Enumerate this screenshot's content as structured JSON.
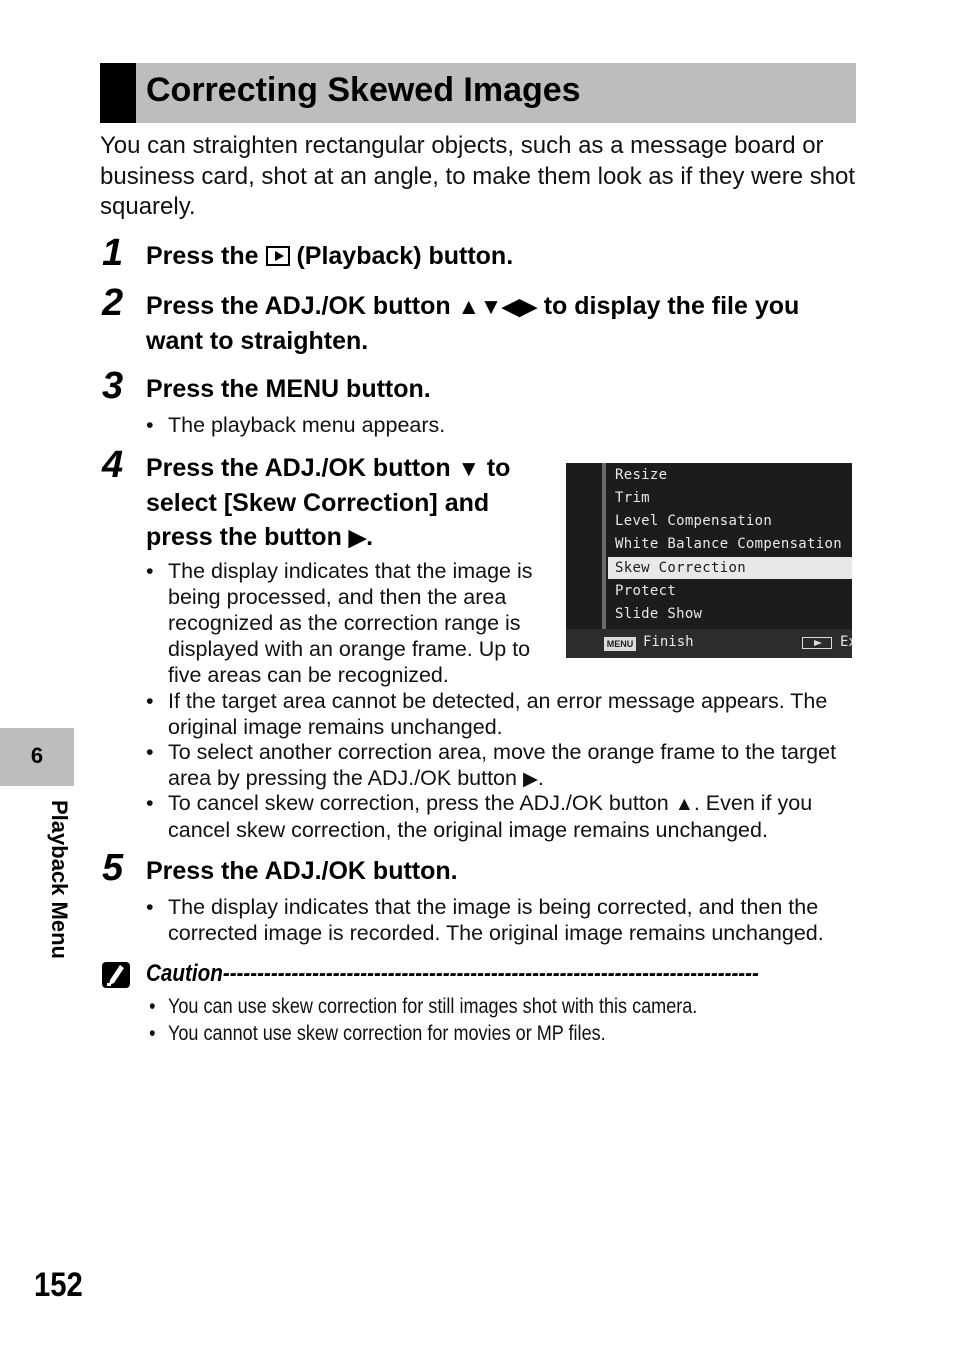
{
  "title": "Correcting Skewed Images",
  "intro": "You can straighten rectangular objects, such as a message board or business card, shot at an angle, to make them look as if they were shot squarely.",
  "steps": [
    {
      "num": "1",
      "text_a": "Press the ",
      "text_b": " (Playback) button.",
      "icon": "playback-icon"
    },
    {
      "num": "2",
      "line1_a": "Press the ADJ./OK button ",
      "arrows": "▲▼◀▶",
      "line1_b": " to display the file you",
      "line2": "want to straighten."
    },
    {
      "num": "3",
      "text": "Press the MENU button.",
      "bullets": [
        "The playback menu appears."
      ]
    },
    {
      "num": "4",
      "line1_a": "Press the ADJ./OK button ",
      "arrow1": "▼",
      "line1_b": " to",
      "line2": "select [Skew Correction] and",
      "line3_a": "press the button ",
      "arrow2": "▶",
      "line3_b": ".",
      "bullet1": [
        "The display indicates that the image is",
        "being processed, and then the area",
        "recognized as the correction range is",
        "displayed with an orange frame. Up to",
        "five areas can be recognized."
      ],
      "bullet2": [
        "If the target area cannot be detected, an error message appears. The",
        "original image remains unchanged."
      ],
      "bullet3_line1": "To select another correction area, move the orange frame to the target",
      "bullet3_line2_a": "area by pressing the ADJ./OK button ",
      "bullet3_arrow": "▶",
      "bullet3_line2_b": ".",
      "bullet4_line1_a": "To cancel skew correction, press the ADJ./OK button ",
      "bullet4_arrow": "▲",
      "bullet4_line1_b": ". Even if you",
      "bullet4_line2": "cancel skew correction, the original image remains unchanged."
    },
    {
      "num": "5",
      "text": "Press the ADJ./OK button.",
      "bullets": [
        "The display indicates that the image is being corrected, and then the",
        "corrected image is recorded. The original image remains unchanged."
      ]
    }
  ],
  "menu_screen": {
    "items": [
      "Resize",
      "Trim",
      "Level Compensation",
      "White Balance Compensation",
      "Skew Correction",
      "Protect",
      "Slide Show"
    ],
    "selected": "Skew Correction",
    "footer_key": "MENU",
    "footer_label": "Finish",
    "footer_right": "Ex"
  },
  "caution": {
    "heading": "Caution--------------------------------------------------------------------------------------------",
    "items": [
      "You can use skew correction for still images shot with this camera.",
      "You cannot use skew correction for movies or MP files."
    ]
  },
  "side_tab": {
    "number": "6",
    "label": "Playback Menu"
  },
  "page_number": "152"
}
